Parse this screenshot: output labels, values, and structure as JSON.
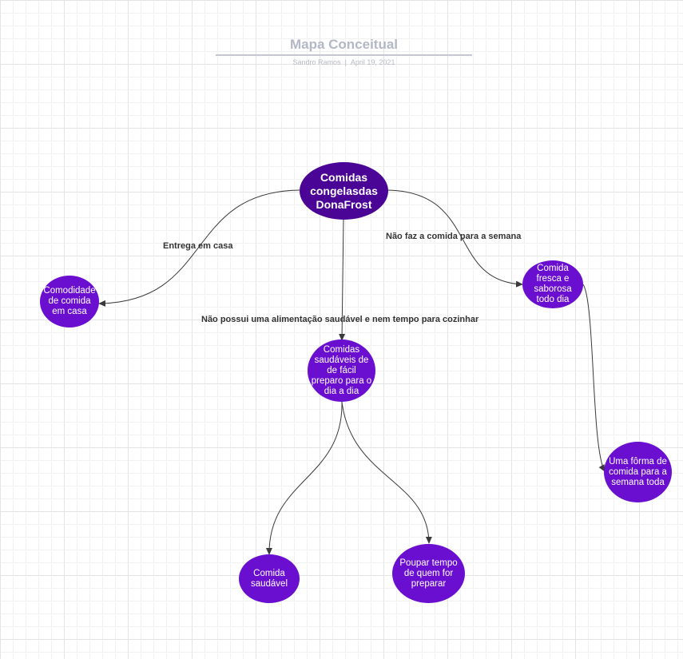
{
  "header": {
    "title": "Mapa Conceitual",
    "author": "Sandro Ramos",
    "separator": "|",
    "date": "April 19, 2021"
  },
  "colors": {
    "root_fill": "#4b0596",
    "node_fill": "#6a0fd0",
    "edge": "#3a3a3a"
  },
  "nodes": {
    "root": "Comidas congelasdas DonaFrost",
    "comodidade": "Comodidade de comida em casa",
    "saudaveis": "Comidas saudáveis de de fácil preparo para o dia a dia",
    "fresca": "Comida fresca e saborosa todo dia",
    "forma": "Uma fôrma de comida para a semana toda",
    "saudavel": "Comida saudável",
    "poupar": "Poupar tempo de quem for preparar"
  },
  "edge_labels": {
    "entrega": "Entrega em casa",
    "nao_faz": "Não faz a comida para a semana",
    "nao_possui": "Não possui uma alimentação saudável e nem tempo para cozinhar"
  }
}
